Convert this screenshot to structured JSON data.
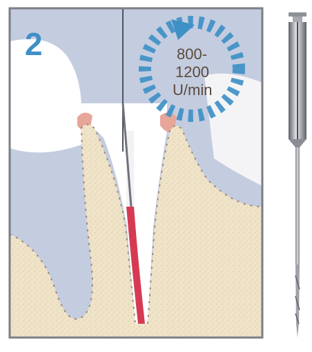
{
  "step_number": "2",
  "speed": {
    "line1": "800-",
    "line2": "1200",
    "line3": "U/min"
  },
  "colors": {
    "background_sky": "#c4cce0",
    "bone": "#efe3c8",
    "tooth": "#ffffff",
    "gum_pink": "#e8a59a",
    "root_canal": "#d63a52",
    "rotation_arrow": "#3e90c6",
    "frame": "#7b7e86"
  },
  "icons": {
    "rotation": "rotation-arrow-icon",
    "instrument": "endodontic-file-icon"
  }
}
